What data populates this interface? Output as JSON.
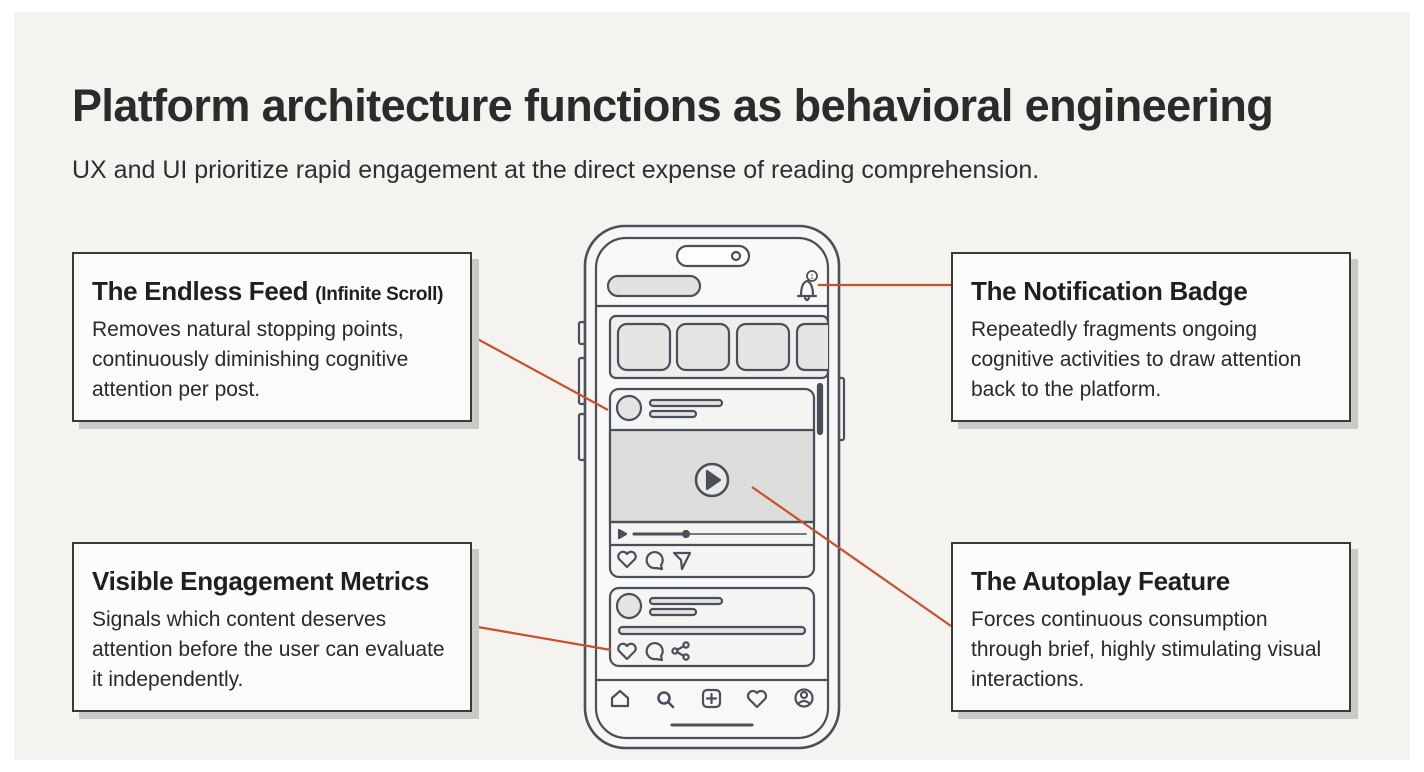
{
  "header": {
    "title": "Platform architecture functions as behavioral engineering",
    "subtitle": "UX and UI prioritize rapid engagement at the direct expense of reading comprehension."
  },
  "callouts": {
    "feed": {
      "title": "The Endless Feed",
      "title_note": "(Infinite Scroll)",
      "body": "Removes natural stopping points, continuously diminishing cognitive attention per post."
    },
    "metrics": {
      "title": "Visible Engagement Metrics",
      "body": "Signals which content deserves attention before the user can evaluate it independently."
    },
    "badge": {
      "title": "The Notification Badge",
      "body": "Repeatedly fragments ongoing cognitive activities to draw attention back to the platform."
    },
    "autoplay": {
      "title": "The Autoplay Feature",
      "body": "Forces continuous consumption through brief, highly stimulating visual interactions."
    }
  },
  "colors": {
    "connector": "#c8502a",
    "outline": "#4a4f59",
    "phone_fill": "#f6f6f5",
    "placeholder": "#dcdcda"
  },
  "icons": {
    "notification": "bell-icon",
    "play": "play-icon",
    "post_actions": [
      "heart-icon",
      "comment-icon",
      "send-icon"
    ],
    "post_actions_2": [
      "heart-icon",
      "comment-icon",
      "share-icon"
    ],
    "nav": [
      "home-icon",
      "search-icon",
      "add-post-icon",
      "heart-icon",
      "profile-icon"
    ]
  }
}
